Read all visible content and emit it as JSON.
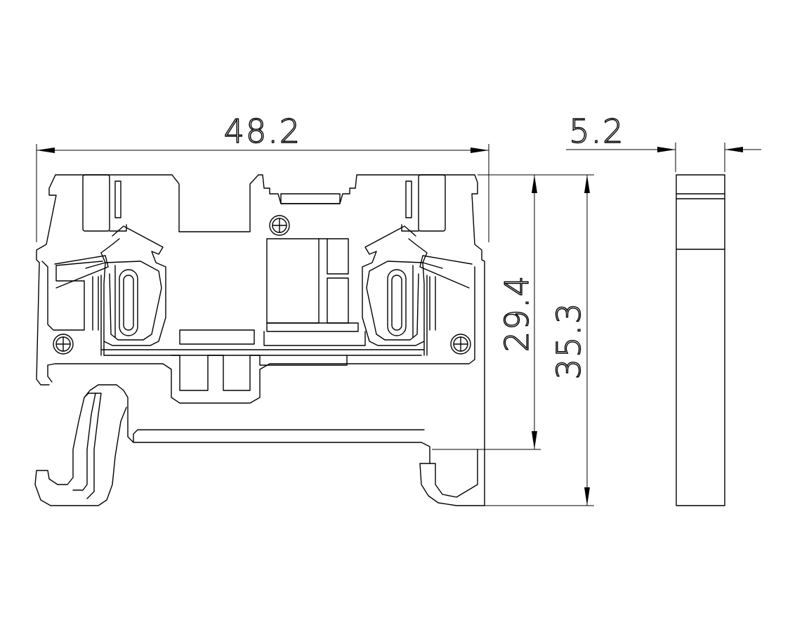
{
  "dimensions": {
    "width": "48.2",
    "thickness": "5.2",
    "height_to_rail": "29.4",
    "overall_height": "35.3"
  },
  "colors": {
    "line": "#000000",
    "background": "#ffffff"
  }
}
